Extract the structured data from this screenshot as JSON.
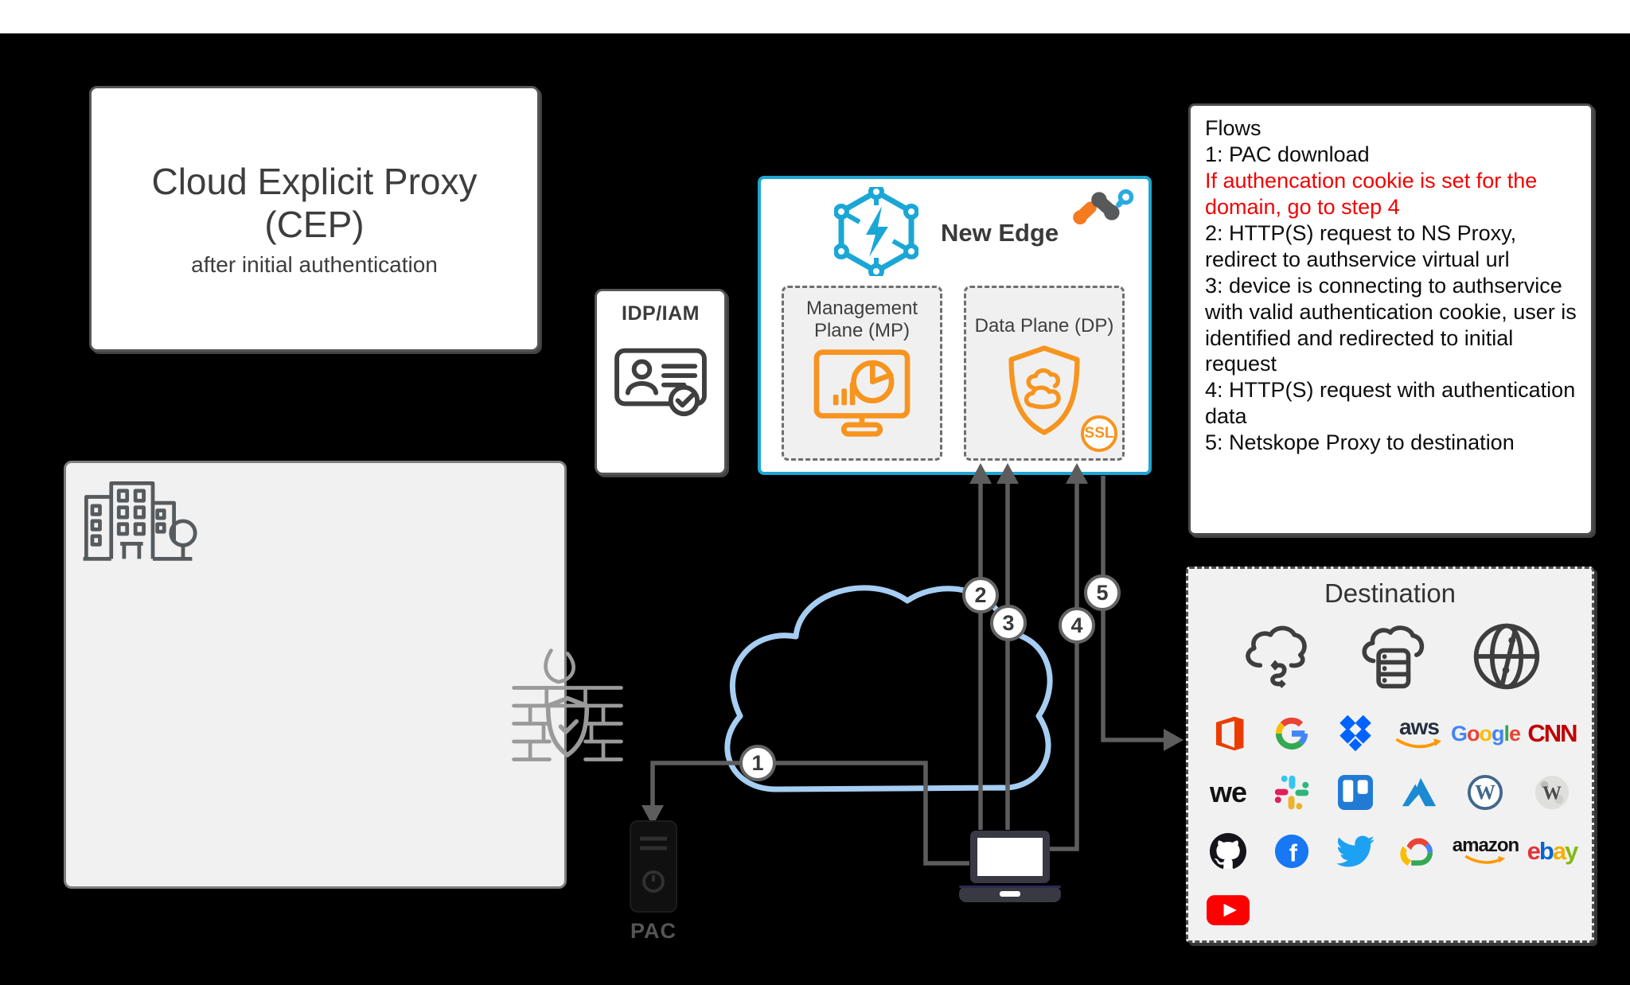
{
  "title_box": {
    "title_line1": "Cloud Explicit Proxy",
    "title_line2": "(CEP)",
    "subtitle": "after initial authentication"
  },
  "idp_box": {
    "label": "IDP/IAM"
  },
  "new_edge": {
    "title": "New Edge",
    "mp_label_line1": "Management",
    "mp_label_line2": "Plane (MP)",
    "dp_label": "Data Plane (DP)",
    "ssl_badge": "SSL"
  },
  "flows_box": {
    "heading": "Flows",
    "line1": "1: PAC download",
    "line_red": "If authencation cookie is set for the domain, go to step 4",
    "line2": "2: HTTP(S) request to NS Proxy, redirect to authservice virtual url",
    "line3": "3: device is connecting to authservice with valid authentication cookie, user is identified and redirected to initial request",
    "line4": "4: HTTP(S) request with authentication data",
    "line5": "5: Netskope Proxy to destination"
  },
  "flow_markers": {
    "m1": "1",
    "m2": "2",
    "m3": "3",
    "m4": "4",
    "m5": "5"
  },
  "pac_server": {
    "label": "PAC"
  },
  "destination_box": {
    "title": "Destination",
    "aws_text": "aws",
    "cnn_text": "CNN",
    "we_text": "we",
    "amazon_text": "amazon",
    "google_letters": [
      "G",
      "o",
      "o",
      "g",
      "l",
      "e"
    ],
    "ebay_letters": [
      "e",
      "b",
      "a",
      "y"
    ],
    "wordpress_w": "W",
    "wikipedia_w": "W",
    "facebook_f": "f",
    "icons": [
      "cloud-route",
      "cloud-server",
      "globe",
      "office",
      "google-g",
      "dropbox",
      "aws",
      "google",
      "cnn",
      "wetransfer",
      "slack",
      "trello",
      "azure",
      "wordpress",
      "wikipedia",
      "github",
      "facebook",
      "twitter",
      "google-cloud",
      "amazon",
      "ebay",
      "youtube"
    ]
  },
  "colors": {
    "accent_cyan": "#1ea6d2",
    "accent_orange": "#F7941E",
    "red_text": "#f00404",
    "line_gray": "#5d5d5d",
    "cloud_blue": "#a6cdf2",
    "background": "#000000"
  }
}
